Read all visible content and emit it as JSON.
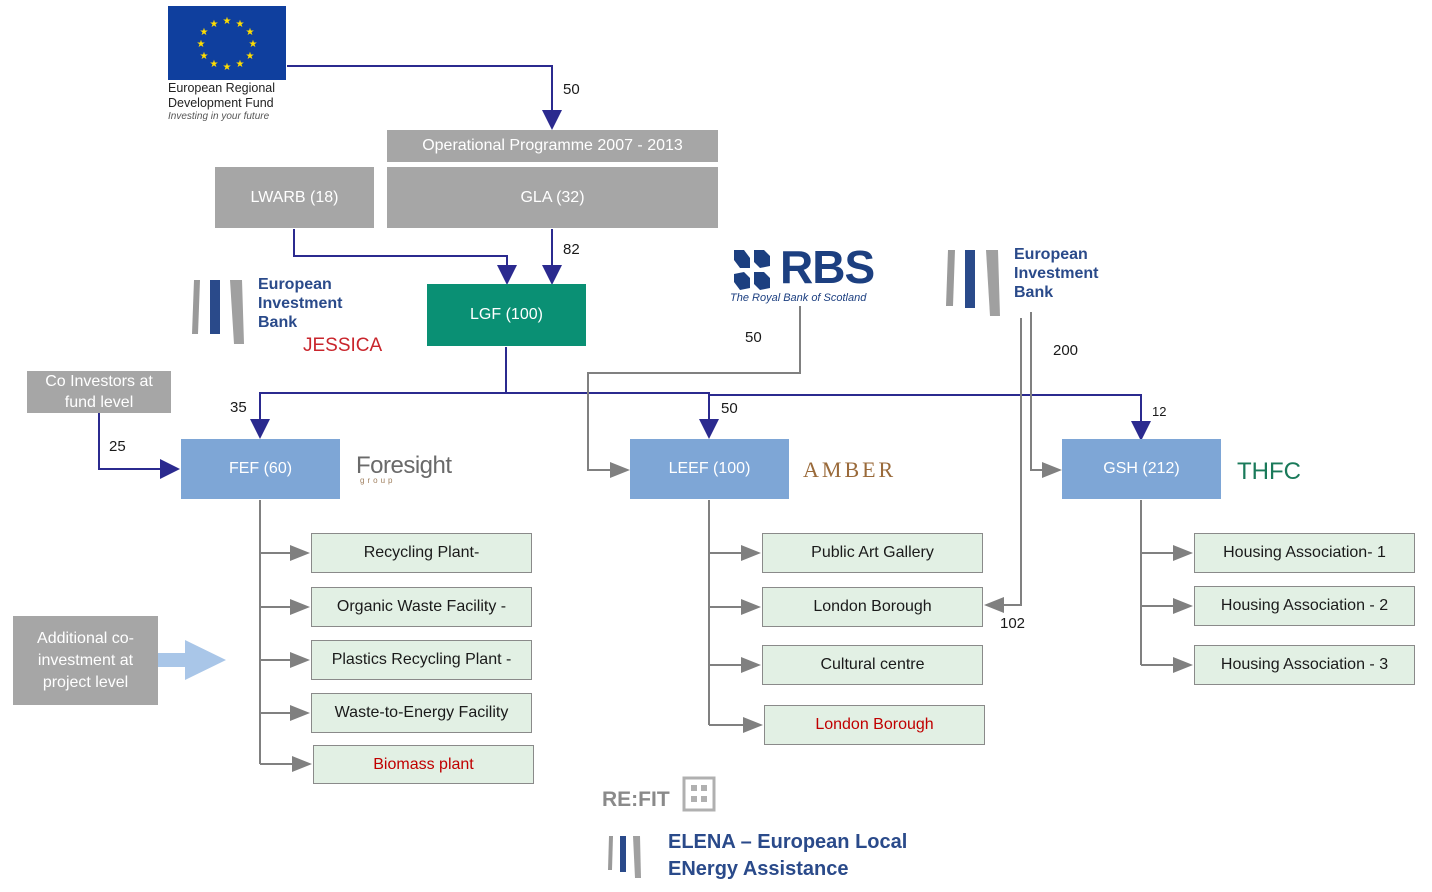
{
  "erdf_logo": {
    "line1": "European Regional",
    "line2": "Development Fund",
    "tagline": "Investing in your future"
  },
  "op_programme": "Operational Programme 2007 - 2013",
  "lwarb": "LWARB (18)",
  "gla": "GLA (32)",
  "lgf": "LGF (100)",
  "co_investors": "Co Investors at fund level",
  "additional": "Additional co-investment at project level",
  "funds": {
    "fef": "FEF (60)",
    "leef": "LEEF (100)",
    "gsh": "GSH (212)"
  },
  "flow_values": {
    "erdf": "50",
    "lgf_in": "82",
    "rbs": "50",
    "eib": "200",
    "fef_in": "35",
    "co_inv": "25",
    "leef_in": "50",
    "gsh_in": "12",
    "eib_lb": "102"
  },
  "eib_logo": {
    "line1": "European",
    "line2": "Investment",
    "line3": "Bank"
  },
  "jessica": "JESSICA",
  "rbs_logo": {
    "name": "RBS",
    "sub": "The Royal Bank of Scotland"
  },
  "foresight": {
    "name": "Foresight",
    "sub": "group"
  },
  "amber": "AMBER",
  "thfc": "THFC",
  "fef_projects": [
    "Recycling Plant-",
    "Organic Waste Facility -",
    "Plastics Recycling Plant -",
    "Waste-to-Energy Facility",
    "Biomass plant"
  ],
  "leef_projects": [
    "Public Art Gallery",
    "London Borough",
    "Cultural centre",
    "London Borough"
  ],
  "gsh_projects": [
    "Housing Association- 1",
    "Housing Association - 2",
    "Housing Association - 3"
  ],
  "refit": "RE:FIT",
  "elena": {
    "line1": "ELENA – European Local",
    "line2": "ENergy Assistance"
  },
  "colors": {
    "navy_arrow": "#2b2a8f",
    "grey_arrow": "#808080",
    "eu_blue": "#0f3f9e",
    "eu_star": "#ffdd00",
    "jessica_red": "#c9252c",
    "amber": "#9a6a3a",
    "thfc": "#1a7a5a"
  }
}
